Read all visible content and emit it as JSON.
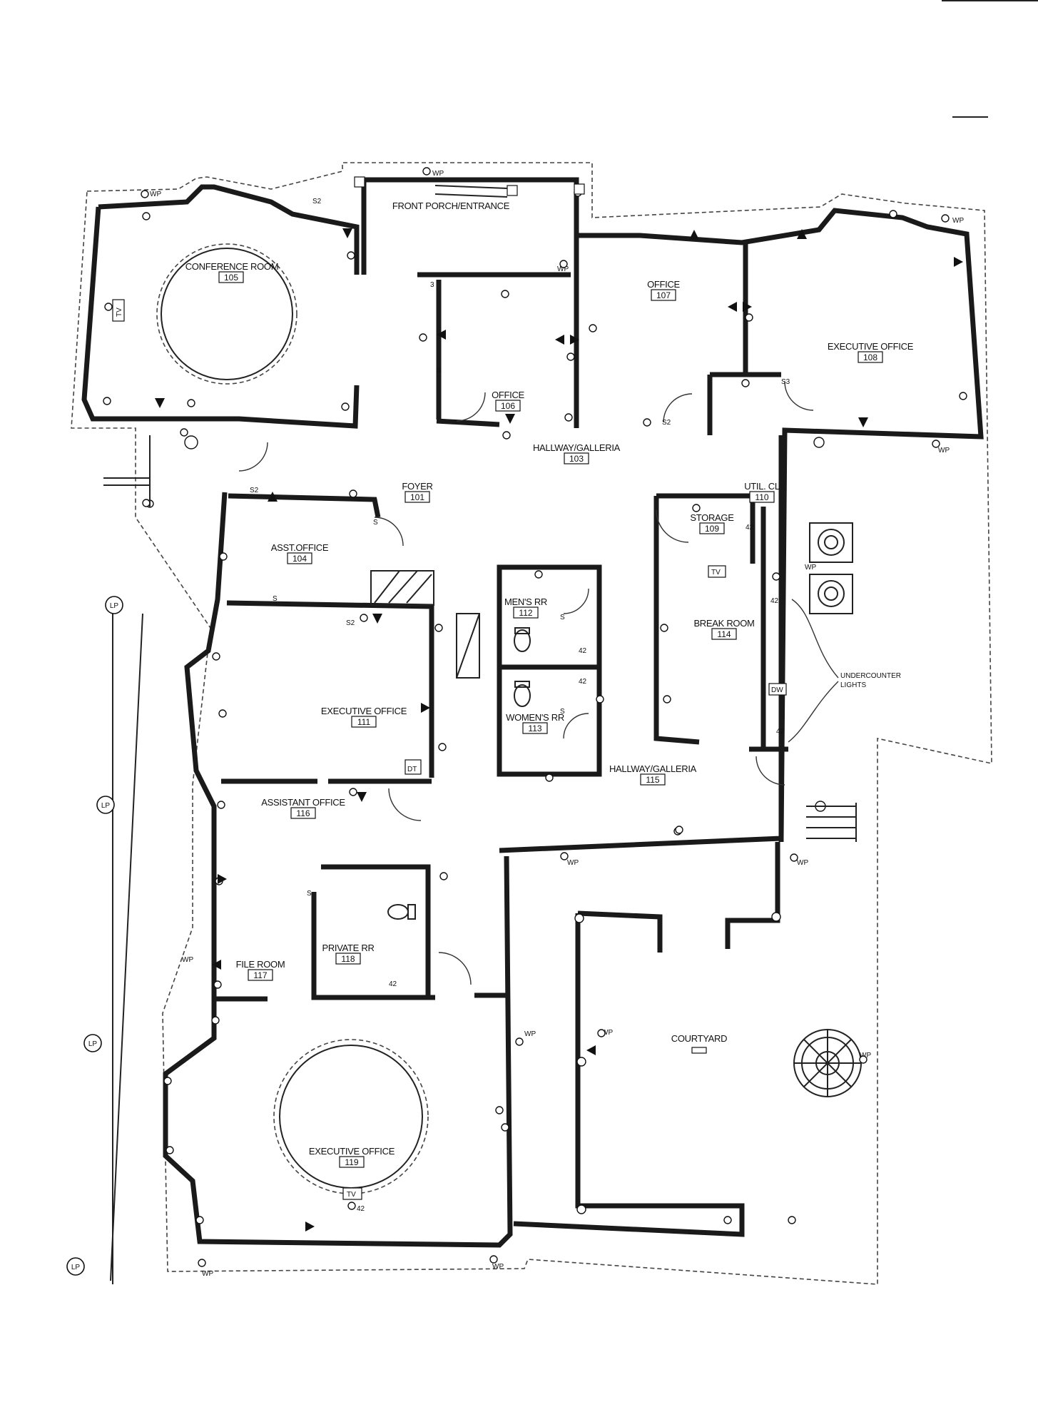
{
  "rooms": {
    "front_porch": {
      "name": "FRONT PORCH/ENTRANCE",
      "num": ""
    },
    "conference": {
      "name": "CONFERENCE ROOM",
      "num": "105"
    },
    "office_106": {
      "name": "OFFICE",
      "num": "106"
    },
    "office_107": {
      "name": "OFFICE",
      "num": "107"
    },
    "exec_108": {
      "name": "EXECUTIVE OFFICE",
      "num": "108"
    },
    "hallway_103": {
      "name": "HALLWAY/GALLERIA",
      "num": "103"
    },
    "foyer": {
      "name": "FOYER",
      "num": "101"
    },
    "asst_office": {
      "name": "ASST.OFFICE",
      "num": "104"
    },
    "util_cl": {
      "name": "UTIL. CL",
      "num": "110"
    },
    "storage": {
      "name": "STORAGE",
      "num": "109"
    },
    "mens_rr": {
      "name": "MEN'S RR",
      "num": "112"
    },
    "womens_rr": {
      "name": "WOMEN'S RR",
      "num": "113"
    },
    "break_room": {
      "name": "BREAK ROOM",
      "num": "114"
    },
    "exec_111": {
      "name": "EXECUTIVE OFFICE",
      "num": "111"
    },
    "hallway_115": {
      "name": "HALLWAY/GALLERIA",
      "num": "115"
    },
    "assistant_116": {
      "name": "ASSISTANT OFFICE",
      "num": "116"
    },
    "private_rr": {
      "name": "PRIVATE RR",
      "num": "118"
    },
    "file_room": {
      "name": "FILE ROOM",
      "num": "117"
    },
    "courtyard": {
      "name": "COURTYARD",
      "num": ""
    },
    "exec_119": {
      "name": "EXECUTIVE OFFICE",
      "num": "119"
    }
  },
  "notes": {
    "undercounter_1": "UNDERCOUNTER",
    "undercounter_2": "LIGHTS"
  },
  "symbols": {
    "lp": "LP",
    "wp": "WP",
    "tv": "TV",
    "dt": "DT",
    "dw": "DW",
    "n42": "42",
    "n3": "3",
    "s": "S",
    "s2": "S2",
    "s3": "S3"
  }
}
